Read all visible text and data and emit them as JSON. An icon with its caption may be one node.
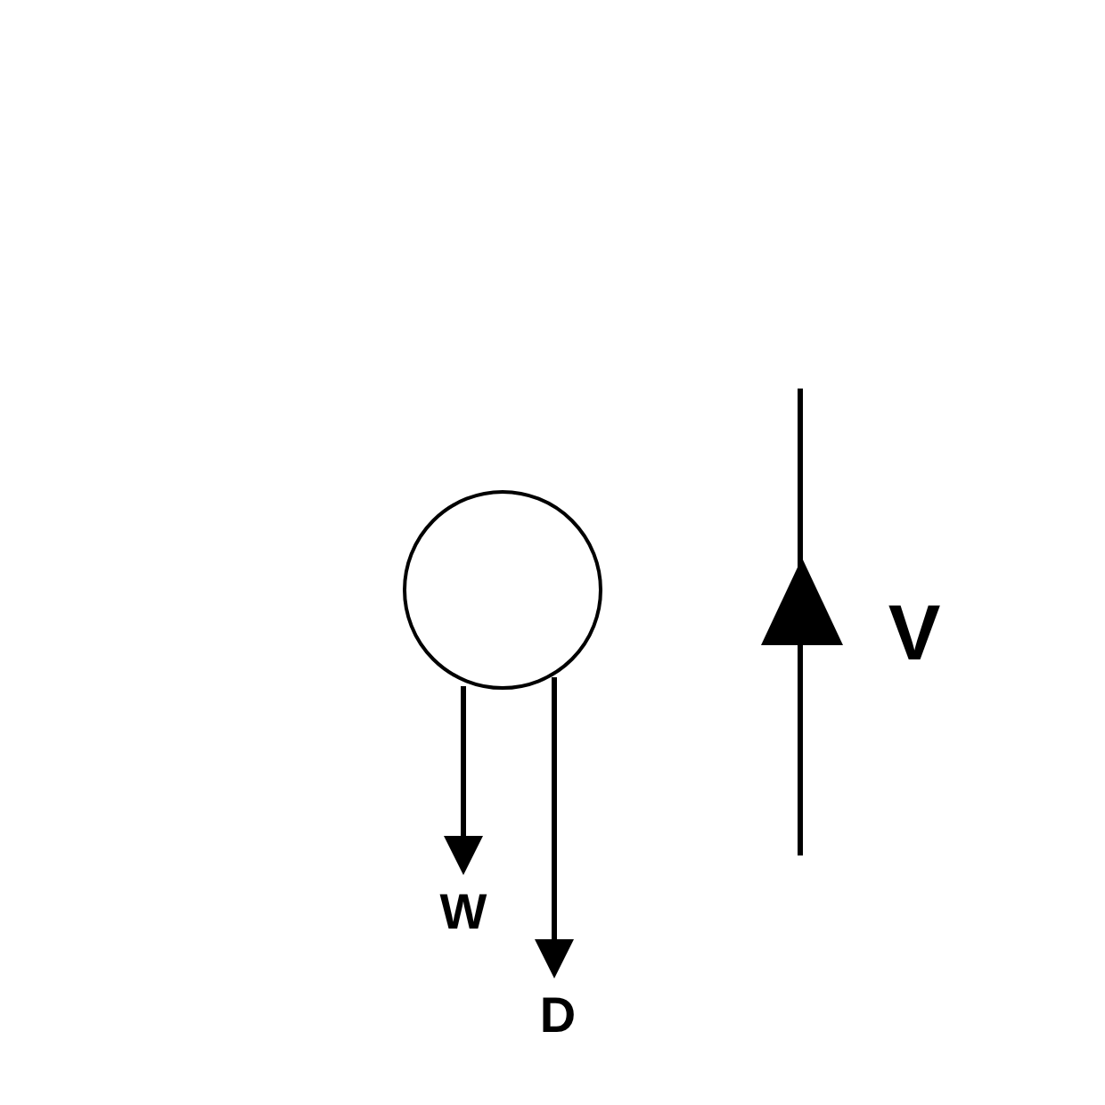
{
  "diagram": {
    "nodes": [
      {
        "text": [],
        "shape": "circle"
      }
    ],
    "labels": [
      "W",
      "D",
      "V"
    ]
  }
}
